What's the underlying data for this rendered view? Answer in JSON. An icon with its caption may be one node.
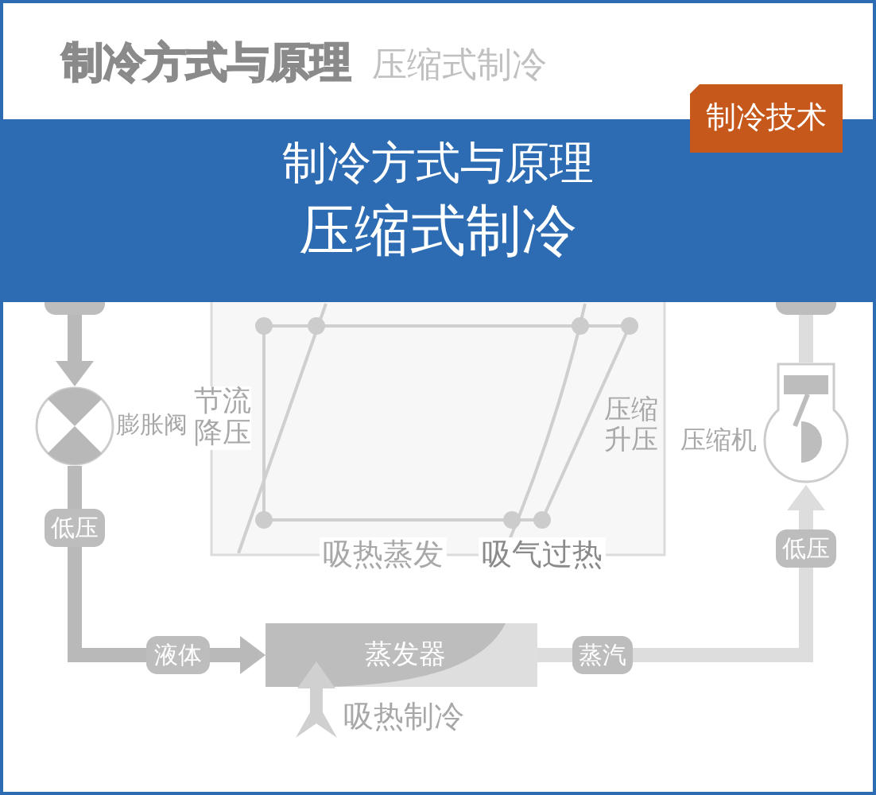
{
  "diagram": {
    "title": "制冷方式与原理",
    "nodes": [
      {
        "text": [
          "制冷技术"
        ]
      },
      {
        "text": [
          "制冷方式与原理",
          "压缩式制冷"
        ]
      },
      {
        "text": [],
        "shape": "box"
      },
      {
        "text": [],
        "shape": "box"
      },
      {
        "text": [],
        "shape": "circle",
        "beside": [
          "膨胀阀"
        ]
      },
      {
        "text": [],
        "shape": "picture",
        "beside": [
          "压缩机"
        ]
      },
      {
        "text": [
          "低压"
        ]
      },
      {
        "text": [
          "低压"
        ]
      },
      {
        "text": [
          "液体"
        ]
      },
      {
        "text": [
          "蒸发器"
        ],
        "beside": [
          "吸热制冷"
        ]
      },
      {
        "text": [
          "蒸汽"
        ]
      }
    ],
    "edges": [
      {
        "from": 2,
        "to": 4,
        "arrow": "to"
      },
      {
        "from": 4,
        "to": 6,
        "arrow": "none"
      },
      {
        "from": 6,
        "to": 8,
        "arrow": "none"
      },
      {
        "from": 8,
        "to": 9,
        "arrow": "to"
      },
      {
        "from": 9,
        "to": 10,
        "arrow": "none",
        "color": "#dddddd"
      },
      {
        "from": 10,
        "to": 7,
        "arrow": "none",
        "color": "#dddddd"
      },
      {
        "from": 7,
        "to": 5,
        "arrow": "to",
        "color": "#dddddd"
      },
      {
        "from": 5,
        "to": 3,
        "arrow": "none",
        "color": "#dddddd"
      }
    ],
    "labels": [
      "压缩式制冷",
      "节流降压",
      "压缩升压",
      "吸热蒸发",
      "吸气过热"
    ]
  }
}
